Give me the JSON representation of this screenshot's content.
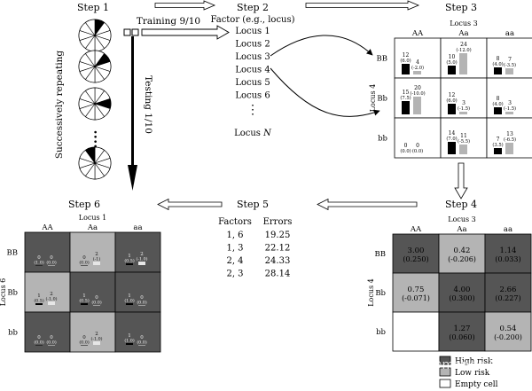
{
  "steps": {
    "step1": "Step 1",
    "step2": "Step 2",
    "step3": "Step 3",
    "step4": "Step 4",
    "step5": "Step 5",
    "step6": "Step 6"
  },
  "step1": {
    "repeat_label": "Successively repeating",
    "training_label": "Training 9/10",
    "testing_label": "Testing 1/10",
    "ellipsis": "••••"
  },
  "step2": {
    "factor_label": "Factor (e.g., locus)",
    "loci": [
      "Locus 1",
      "Locus 2",
      "Locus 3",
      "Locus 4",
      "Locus 5",
      "Locus 6"
    ],
    "dots": "⋮",
    "last_locus_prefix": "Locus",
    "last_locus_var": "N"
  },
  "step3": {
    "col_title": "Locus 3",
    "row_title": "Locus 4",
    "col_heads": [
      "AA",
      "Aa",
      "aa"
    ],
    "row_heads": [
      "BB",
      "Bb",
      "bb"
    ],
    "cells": [
      [
        {
          "c": "12",
          "cs": "(6.0)",
          "k": "4",
          "ks": "(-2.0)"
        },
        {
          "c": "10",
          "cs": "(5.0)",
          "k": "24",
          "ks": "(-12.0)"
        },
        {
          "c": "8",
          "cs": "(4.0)",
          "k": "7",
          "ks": "(-3.5)"
        }
      ],
      [
        {
          "c": "15",
          "cs": "(7.5)",
          "k": "20",
          "ks": "(-10.0)"
        },
        {
          "c": "12",
          "cs": "(6.0)",
          "k": "3",
          "ks": "(-1.5)"
        },
        {
          "c": "8",
          "cs": "(4.0)",
          "k": "3",
          "ks": "(-1.5)"
        }
      ],
      [
        {
          "c": "0",
          "cs": "(0.0)",
          "k": "0",
          "ks": "(0.0)"
        },
        {
          "c": "14",
          "cs": "(7.0)",
          "k": "11",
          "ks": "(-5.5)"
        },
        {
          "c": "7",
          "cs": "(3.5)",
          "k": "13",
          "ks": "(-6.5)"
        }
      ]
    ],
    "bars": [
      [
        [
          12,
          4
        ],
        [
          10,
          24
        ],
        [
          8,
          7
        ]
      ],
      [
        [
          15,
          20
        ],
        [
          12,
          3
        ],
        [
          8,
          3
        ]
      ],
      [
        [
          0,
          0
        ],
        [
          14,
          11
        ],
        [
          7,
          13
        ]
      ]
    ]
  },
  "step4": {
    "col_title": "Locus 3",
    "row_title": "Locus 4",
    "col_heads": [
      "AA",
      "Aa",
      "aa"
    ],
    "row_heads": [
      "BB",
      "Bb",
      "bb"
    ],
    "cells": [
      [
        {
          "v": "3.00",
          "s": "(0.250)",
          "risk": "high"
        },
        {
          "v": "0.42",
          "s": "(-0.206)",
          "risk": "low"
        },
        {
          "v": "1.14",
          "s": "(0.033)",
          "risk": "high"
        }
      ],
      [
        {
          "v": "0.75",
          "s": "(-0.071)",
          "risk": "low"
        },
        {
          "v": "4.00",
          "s": "(0.300)",
          "risk": "high"
        },
        {
          "v": "2.66",
          "s": "(0.227)",
          "risk": "high"
        }
      ],
      [
        {
          "v": "",
          "s": "",
          "risk": "empty"
        },
        {
          "v": "1.27",
          "s": "(0.060)",
          "risk": "high"
        },
        {
          "v": "0.54",
          "s": "(-0.200)",
          "risk": "low"
        }
      ]
    ],
    "legend": [
      "High risk",
      "Low risk",
      "Empty cell"
    ],
    "colors": {
      "high": "#555555",
      "low": "#b4b4b4",
      "empty": "#ffffff"
    }
  },
  "step5": {
    "headers": [
      "Factors",
      "Errors"
    ],
    "rows": [
      [
        "1, 6",
        "19.25"
      ],
      [
        "1, 3",
        "22.12"
      ],
      [
        "2, 4",
        "24.33"
      ],
      [
        "2, 3",
        "28.14"
      ]
    ]
  },
  "step6": {
    "col_title": "Locus 1",
    "row_title": "Locus 6",
    "col_heads": [
      "AA",
      "Aa",
      "aa"
    ],
    "row_heads": [
      "BB",
      "Bb",
      "bb"
    ],
    "cells": [
      [
        {
          "c": "0",
          "cs": "(1.0)",
          "k": "0",
          "ks": "(0.0)",
          "risk": "high"
        },
        {
          "c": "0",
          "cs": "(0.0)",
          "k": "2",
          "ks": "(-1)",
          "risk": "low"
        },
        {
          "c": "1",
          "cs": "(0.5)",
          "k": "2",
          "ks": "(-1.0)",
          "risk": "high"
        }
      ],
      [
        {
          "c": "1",
          "cs": "(0.5)",
          "k": "2",
          "ks": "(-1.0)",
          "risk": "low"
        },
        {
          "c": "1",
          "cs": "(0.5)",
          "k": "0",
          "ks": "(0.0)",
          "risk": "high"
        },
        {
          "c": "1",
          "cs": "(1.0)",
          "k": "0",
          "ks": "(0.0)",
          "risk": "high"
        }
      ],
      [
        {
          "c": "0",
          "cs": "(0.0)",
          "k": "0",
          "ks": "(0.0)",
          "risk": "high"
        },
        {
          "c": "0",
          "cs": "(0.0)",
          "k": "2",
          "ks": "(-1.0)",
          "risk": "low"
        },
        {
          "c": "1",
          "cs": "(1.0)",
          "k": "0",
          "ks": "(0.0)",
          "risk": "high"
        }
      ]
    ]
  },
  "watermark": "知乎 @mango.J"
}
